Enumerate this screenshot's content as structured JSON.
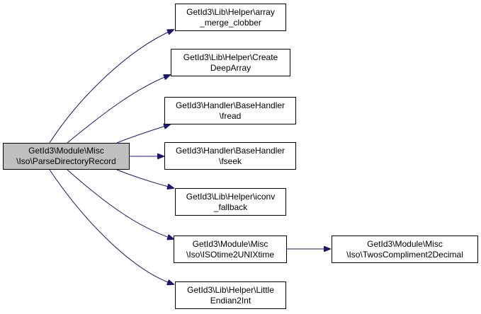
{
  "colors": {
    "edge": "#191970",
    "root_fill": "#bfbfbf",
    "node_fill": "#ffffff",
    "border": "#000000"
  },
  "nodes": {
    "root": {
      "line1": "GetId3\\Module\\Misc",
      "line2": "\\Iso\\ParseDirectoryRecord"
    },
    "merge": {
      "line1": "GetId3\\Lib\\Helper\\array",
      "line2": "_merge_clobber"
    },
    "deeparray": {
      "line1": "GetId3\\Lib\\Helper\\Create",
      "line2": "DeepArray"
    },
    "fread": {
      "line1": "GetId3\\Handler\\BaseHandler",
      "line2": "\\fread"
    },
    "fseek": {
      "line1": "GetId3\\Handler\\BaseHandler",
      "line2": "\\fseek"
    },
    "iconv": {
      "line1": "GetId3\\Lib\\Helper\\iconv",
      "line2": "_fallback"
    },
    "isotime": {
      "line1": "GetId3\\Module\\Misc",
      "line2": "\\Iso\\ISOtime2UNIXtime"
    },
    "twos": {
      "line1": "GetId3\\Module\\Misc",
      "line2": "\\Iso\\TwosCompliment2Decimal"
    },
    "little": {
      "line1": "GetId3\\Lib\\Helper\\Little",
      "line2": "Endian2Int"
    }
  }
}
